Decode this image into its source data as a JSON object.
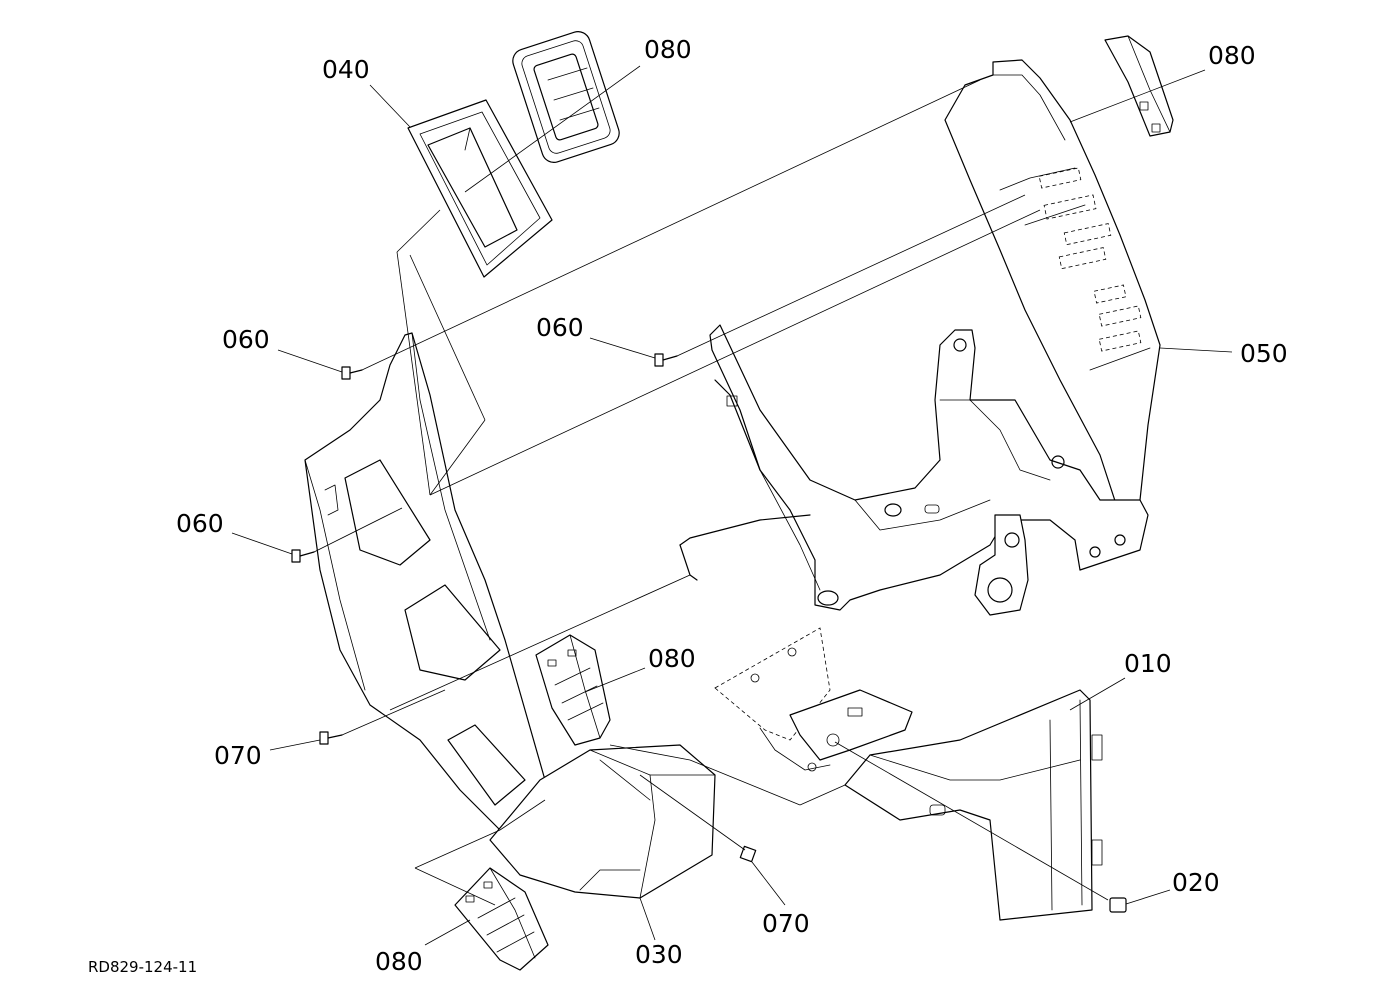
{
  "diagram": {
    "reference_code": "RD829-124-11",
    "callouts": [
      {
        "id": "c040-top",
        "label": "040"
      },
      {
        "id": "c080-top-mid",
        "label": "080"
      },
      {
        "id": "c080-top-right",
        "label": "080"
      },
      {
        "id": "c060-left",
        "label": "060"
      },
      {
        "id": "c060-center",
        "label": "060"
      },
      {
        "id": "c050",
        "label": "050"
      },
      {
        "id": "c060-lower-left",
        "label": "060"
      },
      {
        "id": "c080-middle",
        "label": "080"
      },
      {
        "id": "c010",
        "label": "010"
      },
      {
        "id": "c070-left",
        "label": "070"
      },
      {
        "id": "c070-bottom",
        "label": "070"
      },
      {
        "id": "c020",
        "label": "020"
      },
      {
        "id": "c080-bottom",
        "label": "080"
      },
      {
        "id": "c030",
        "label": "030"
      }
    ]
  }
}
